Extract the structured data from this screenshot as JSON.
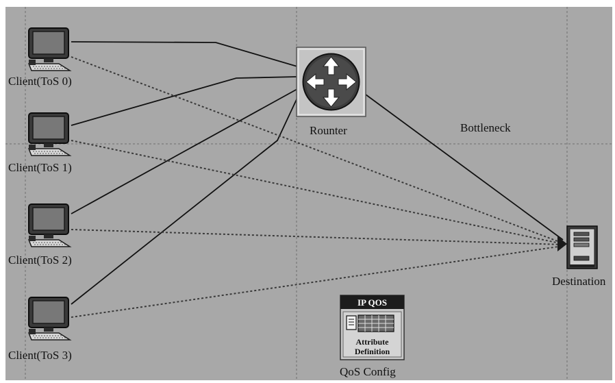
{
  "colors": {
    "background": "#a8a8a8",
    "grid": "#6e6e6e",
    "link": "#111111",
    "flow": "#3a3a3a"
  },
  "nodes": {
    "client0": {
      "label": "Client(ToS 0)",
      "icon": "computer-icon"
    },
    "client1": {
      "label": "Client(ToS 1)",
      "icon": "computer-icon"
    },
    "client2": {
      "label": "Client(ToS 2)",
      "icon": "computer-icon"
    },
    "client3": {
      "label": "Client(ToS 3)",
      "icon": "computer-icon"
    },
    "router": {
      "label": "Rounter",
      "icon": "router-icon"
    },
    "destination": {
      "label": "Destination",
      "icon": "server-icon"
    },
    "qos": {
      "label": "QoS Config",
      "icon": "qos-config-icon",
      "header": "IP QOS",
      "line1": "Attribute",
      "line2": "Definition"
    }
  },
  "annotations": {
    "bottleneck": "Bottleneck"
  }
}
